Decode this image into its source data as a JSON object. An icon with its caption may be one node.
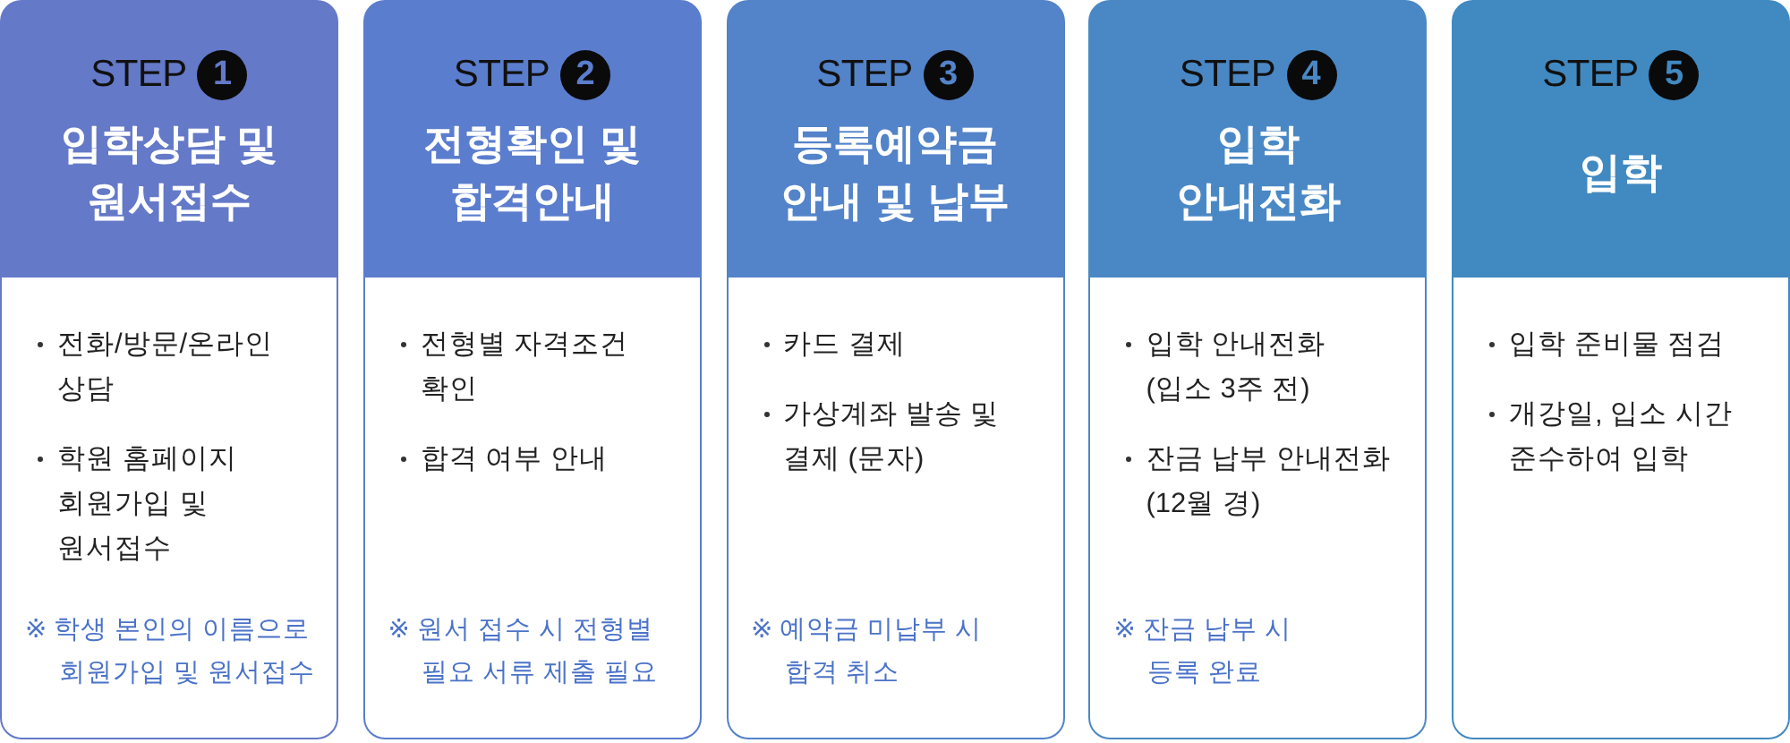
{
  "diagram": {
    "nodes": [
      {
        "text": [
          "STEP",
          "1",
          "입학상담 및 원서접수"
        ]
      },
      {
        "text": [
          "전화/방문/온라인 상담",
          "학원 홈페이지 회원가입 및 원서접수",
          "※ 학생 본인의 이름으로 회원가입 및 원서접수"
        ]
      },
      {
        "text": [
          "STEP",
          "2",
          "전형확인 및 합격안내"
        ]
      },
      {
        "text": [
          "전형별 자격조건 확인",
          "합격 여부 안내",
          "※ 원서 접수 시 전형별 필요 서류 제출 필요"
        ]
      },
      {
        "text": [
          "STEP",
          "3",
          "등록예약금 안내 및 납부"
        ]
      },
      {
        "text": [
          "카드 결제",
          "가상계좌 발송 및 결제 (문자)",
          "※ 예약금 미납부 시 합격 취소"
        ]
      },
      {
        "text": [
          "STEP",
          "4",
          "입학 안내전화"
        ]
      },
      {
        "text": [
          "입학 안내전화 (입소 3주 전)",
          "잔금 납부 안내전화 (12월 경)",
          "※ 잔금 납부 시 등록 완료"
        ]
      },
      {
        "text": [
          "STEP",
          "5",
          "입학"
        ]
      },
      {
        "text": [
          "입학 준비물 점검",
          "개강일, 입소 시간 준수하여 입학"
        ]
      }
    ]
  }
}
